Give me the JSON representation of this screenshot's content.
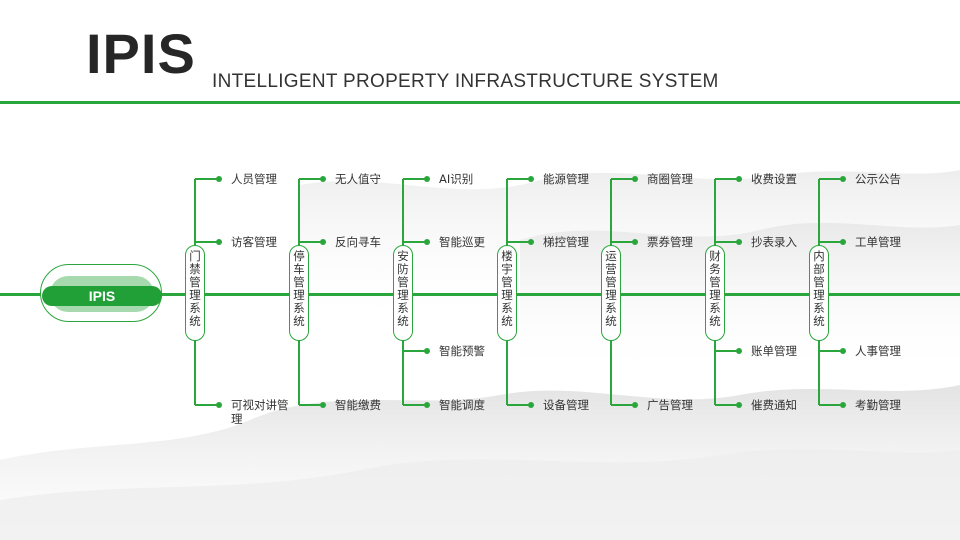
{
  "header": {
    "title": "IPIS",
    "subtitle": "INTELLIGENT PROPERTY INFRASTRUCTURE SYSTEM"
  },
  "hub": {
    "label": "IPIS"
  },
  "colors": {
    "accent": "#2aa63c",
    "hub_band": "#a7d9ae",
    "text": "#333333"
  },
  "modules": [
    {
      "label": "门禁管理系统",
      "top": [
        "人员管理",
        "访客管理"
      ],
      "bottom": [
        "可视对讲管理"
      ]
    },
    {
      "label": "停车管理系统",
      "top": [
        "无人值守",
        "反向寻车"
      ],
      "bottom": [
        "智能缴费"
      ]
    },
    {
      "label": "安防管理系统",
      "top": [
        "AI识别",
        "智能巡更"
      ],
      "bottom": [
        "智能预警",
        "智能调度"
      ]
    },
    {
      "label": "楼宇管理系统",
      "top": [
        "能源管理",
        "梯控管理"
      ],
      "bottom": [
        "设备管理"
      ]
    },
    {
      "label": "运营管理系统",
      "top": [
        "商圈管理",
        "票券管理"
      ],
      "bottom": [
        "广告管理"
      ]
    },
    {
      "label": "财务管理系统",
      "top": [
        "收费设置",
        "抄表录入"
      ],
      "bottom": [
        "账单管理",
        "催费通知"
      ]
    },
    {
      "label": "内部管理系统",
      "top": [
        "公示公告",
        "工单管理"
      ],
      "bottom": [
        "人事管理",
        "考勤管理"
      ]
    }
  ]
}
